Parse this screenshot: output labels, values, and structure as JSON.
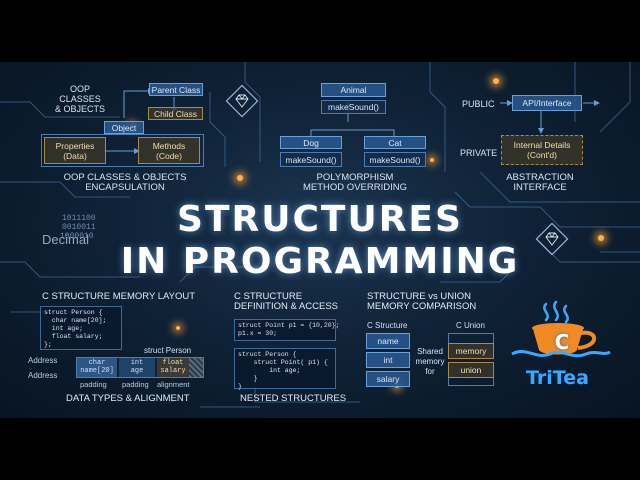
{
  "title": {
    "line1": "STRUCTURES",
    "line2": "IN PROGRAMMING"
  },
  "oop": {
    "heading": [
      "OOP",
      "CLASSES",
      "& OBJECTS"
    ],
    "parent_class": "Parent Class",
    "child_class": "Child Class",
    "object": "Object",
    "properties": [
      "Properties",
      "(Data)"
    ],
    "methods": [
      "Methods",
      "(Code)"
    ],
    "caption": [
      "OOP CLASSES & OBJECTS",
      "ENCAPSULATION"
    ]
  },
  "poly": {
    "animal": "Animal",
    "make_sound": "makeSound()",
    "dog": "Dog",
    "cat": "Cat",
    "caption": [
      "POLYMORPHISM",
      "METHOD OVERRIDING"
    ]
  },
  "abstraction": {
    "public": "PUBLIC",
    "private": "PRIVATE",
    "api": "API/Interface",
    "internal": [
      "Internal Details",
      "(Cont'd)"
    ],
    "caption": [
      "ABSTRACTION",
      "INTERFACE"
    ]
  },
  "binary": {
    "lines": [
      "1011100",
      "0010011",
      "1000010"
    ],
    "decimal": "Decimal"
  },
  "memory_layout": {
    "heading": "C STRUCTURE MEMORY LAYOUT",
    "code": "struct Person {\n  char name[20];\n  int age;\n  float salary;\n};",
    "struct_person": "struct Person",
    "address": "Address",
    "cells": [
      "char\nname[20]",
      "int\nage",
      "float\nsalary"
    ],
    "padding": [
      "padding",
      "padding",
      "alignment"
    ],
    "caption": "DATA TYPES & ALIGNMENT"
  },
  "definition": {
    "heading": [
      "C STRUCTURE",
      "DEFINITION & ACCESS"
    ],
    "code1": "struct Point p1 = {10,20};\np1.x = 30;",
    "code2": "struct Person {\n    struct Point( p1) {\n        int age;\n    }\n}",
    "caption": "NESTED STRUCTURES"
  },
  "union": {
    "heading": [
      "STRUCTURE vs UNION",
      "MEMORY COMPARISON"
    ],
    "c_structure": "C Structure",
    "c_union": "C Union",
    "struct_fields": [
      "name",
      "int",
      "salary"
    ],
    "shared": [
      "Shared",
      "memory",
      "for"
    ],
    "union_fields": [
      "memory",
      "union"
    ]
  },
  "logo": {
    "letter": "C",
    "text": "TriTea"
  },
  "colors": {
    "background": "#0f2237",
    "accent_orange": "#ffb24a",
    "logo_text": "#3aa8ff",
    "logo_cup": "#f08a24"
  },
  "icons": [
    "diamond-icon",
    "tea-cup-logo-icon"
  ]
}
